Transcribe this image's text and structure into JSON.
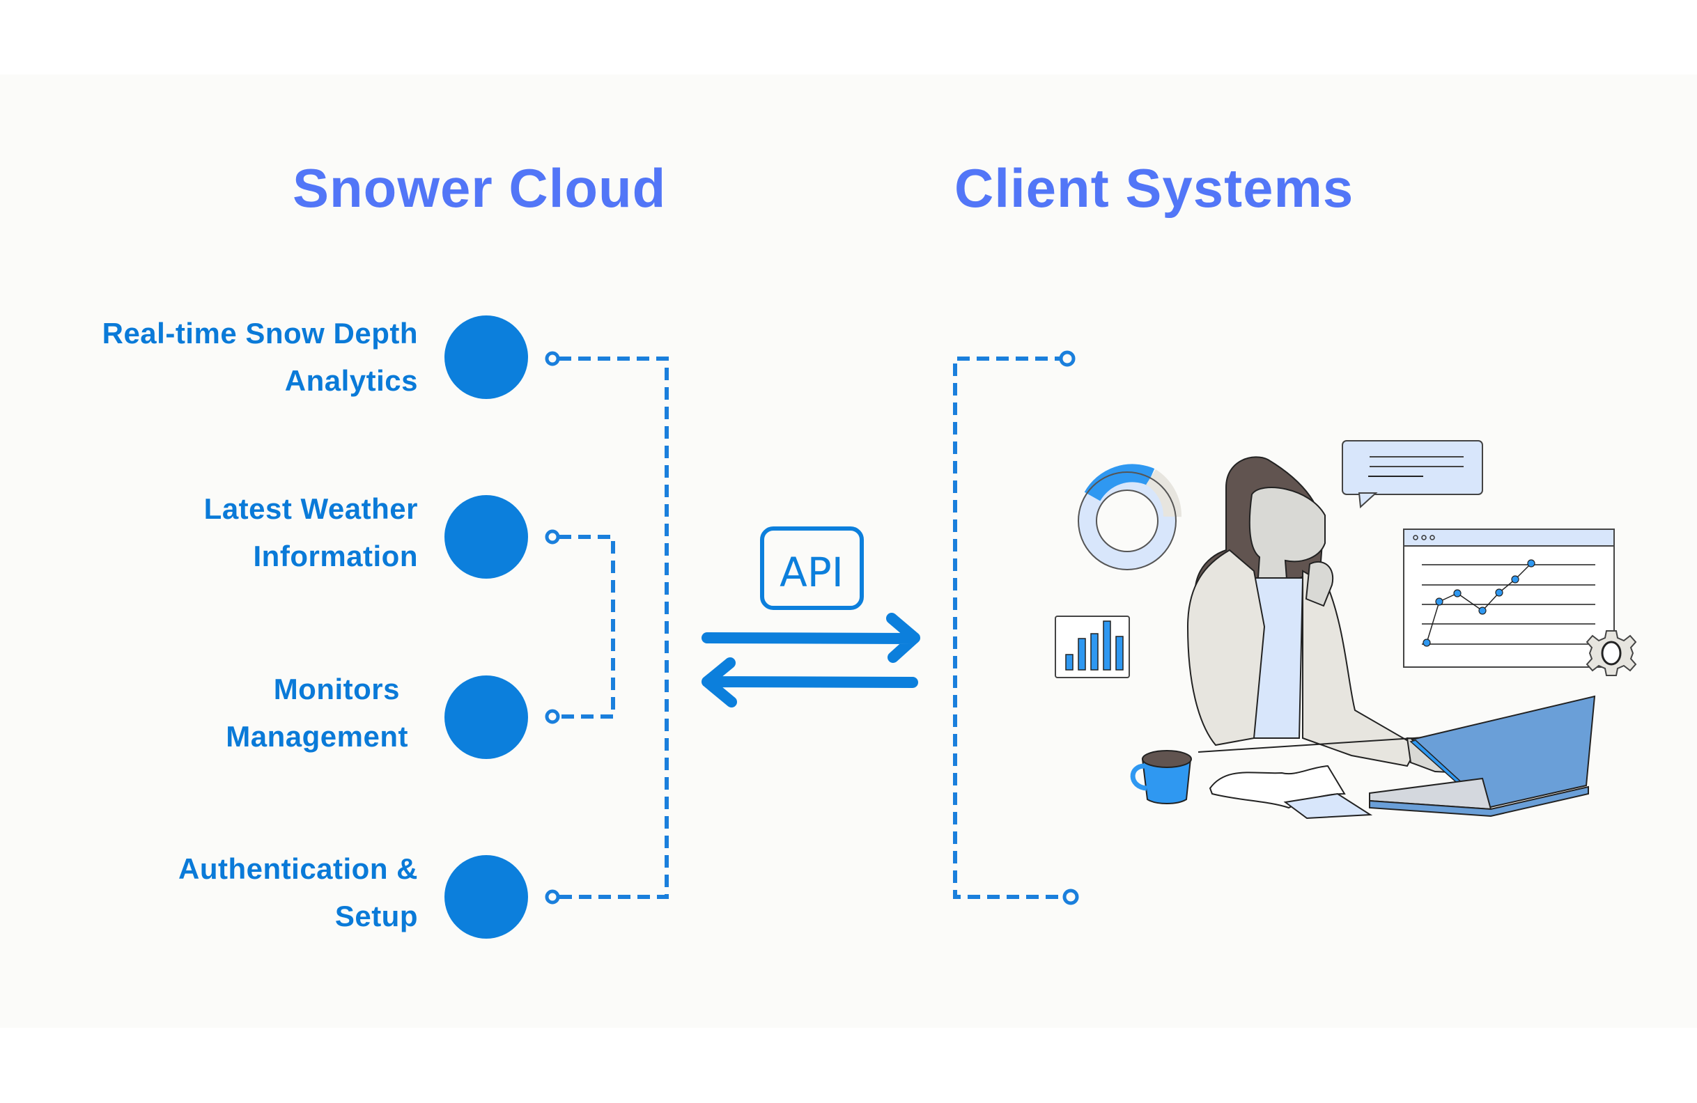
{
  "diagram": {
    "left_title": "Snower Cloud",
    "right_title": "Client Systems",
    "services": [
      {
        "line1": "Real-time Snow Depth",
        "line2": "Analytics"
      },
      {
        "line1": "Latest Weather",
        "line2": "Information"
      },
      {
        "line1": "Monitors",
        "line2": "Management"
      },
      {
        "line1": "Authentication &",
        "line2": "Setup"
      }
    ],
    "api_label": "API",
    "arrows": [
      "request-arrow-right",
      "response-arrow-left"
    ],
    "illustration": {
      "subject": "person-working-at-laptop",
      "elements": [
        "donut-chart-icon",
        "bar-chart-icon",
        "speech-bubble-icon",
        "line-chart-window-icon",
        "gear-icon",
        "coffee-mug-icon",
        "open-notebook-icon",
        "laptop-icon"
      ]
    },
    "colors": {
      "title": "#5276f7",
      "label": "#0a7ad8",
      "node": "#0c7fdc",
      "connector": "#1a7fdc",
      "panel_bg": "#fbfbf9"
    }
  }
}
